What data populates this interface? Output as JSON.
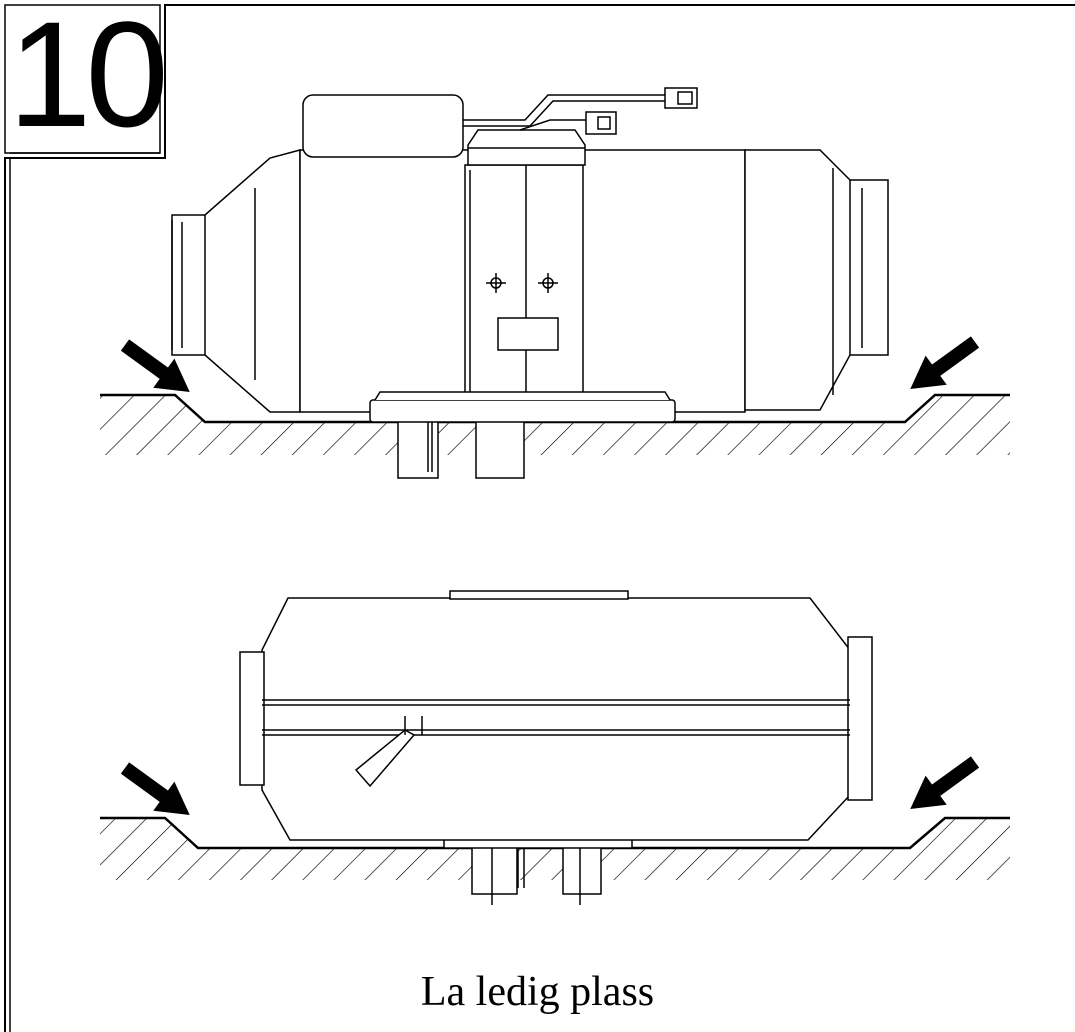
{
  "figure": {
    "step_number": "10",
    "caption": "La ledig plass",
    "colors": {
      "ink": "#000000",
      "paper": "#ffffff"
    },
    "views": [
      {
        "name": "heater-side-view",
        "arrow-icons": [
          "arrow-left",
          "arrow-right"
        ]
      },
      {
        "name": "heater-top-view",
        "arrow-icons": [
          "arrow-left",
          "arrow-right"
        ]
      }
    ]
  }
}
